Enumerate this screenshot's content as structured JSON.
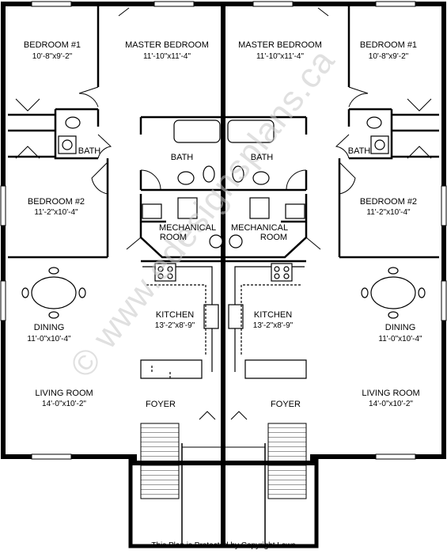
{
  "watermark": "© www.edesignsplans.ca",
  "footer_note": "This Plan is Protected by Copyright Laws",
  "rooms": {
    "left_bedroom1": {
      "name": "BEDROOM #1",
      "dim": "10'-8\"x9'-2\""
    },
    "left_master": {
      "name": "MASTER BEDROOM",
      "dim": "11'-10\"x11'-4\""
    },
    "right_master": {
      "name": "MASTER BEDROOM",
      "dim": "11'-10\"x11'-4\""
    },
    "right_bedroom1": {
      "name": "BEDROOM #1",
      "dim": "10'-8\"x9'-2\""
    },
    "left_small_bath": {
      "name": "BATH"
    },
    "right_small_bath": {
      "name": "BATH"
    },
    "left_main_bath": {
      "name": "BATH"
    },
    "right_main_bath": {
      "name": "BATH"
    },
    "left_bedroom2": {
      "name": "BEDROOM #2",
      "dim": "11'-2\"x10'-4\""
    },
    "right_bedroom2": {
      "name": "BEDROOM #2",
      "dim": "11'-2\"x10'-4\""
    },
    "left_mech": {
      "line1": "MECHANICAL",
      "line2": "ROOM"
    },
    "right_mech": {
      "line1": "MECHANICAL",
      "line2": "ROOM"
    },
    "left_kitchen": {
      "name": "KITCHEN",
      "dim": "13'-2\"x8'-9\""
    },
    "right_kitchen": {
      "name": "KITCHEN",
      "dim": "13'-2\"x8'-9\""
    },
    "left_dining": {
      "name": "DINING",
      "dim": "11'-0\"x10'-4\""
    },
    "right_dining": {
      "name": "DINING",
      "dim": "11'-0\"x10'-4\""
    },
    "left_living": {
      "name": "LIVING ROOM",
      "dim": "14'-0\"x10'-2\""
    },
    "right_living": {
      "name": "LIVING ROOM",
      "dim": "14'-0\"x10'-2\""
    },
    "left_foyer": {
      "name": "FOYER"
    },
    "right_foyer": {
      "name": "FOYER"
    }
  }
}
